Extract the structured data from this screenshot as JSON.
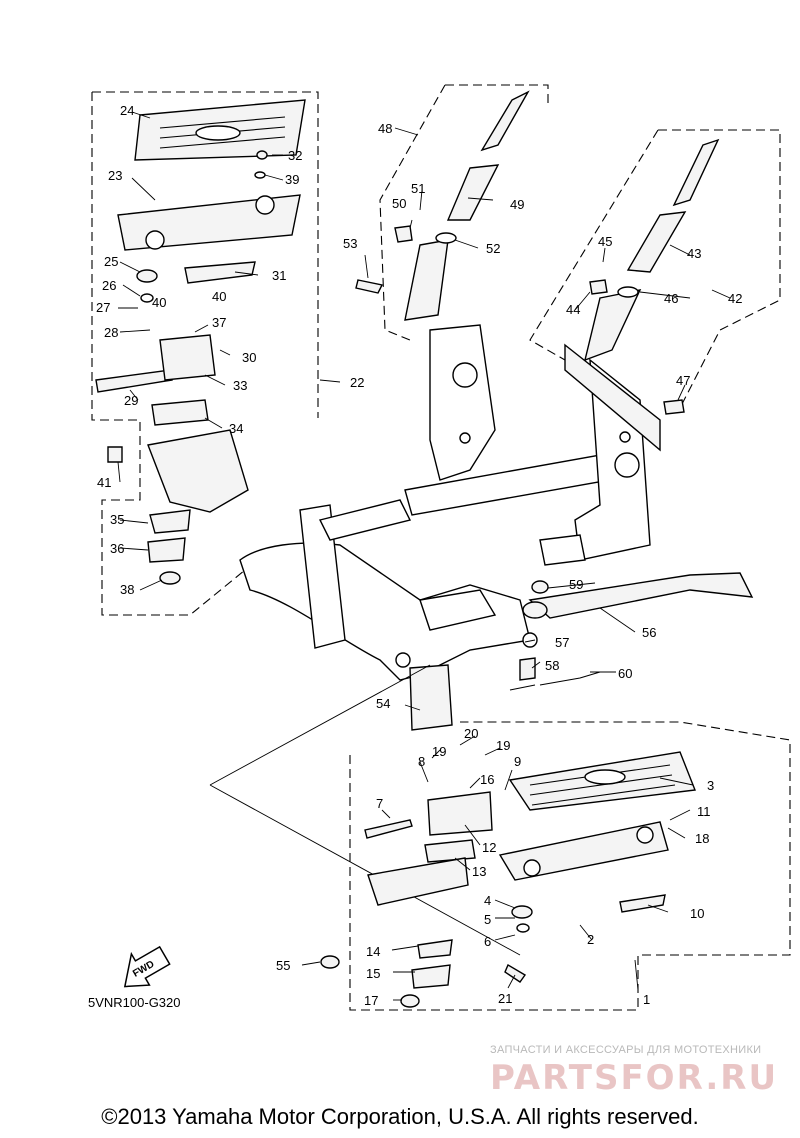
{
  "diagram": {
    "code": "5VNR100-G320",
    "fwd_arrow": "FWD",
    "copyright": "©2013 Yamaha Motor Corporation, U.S.A. All rights reserved.",
    "watermark": {
      "line1": "ЗАПЧАСТИ И АКСЕССУАРЫ ДЛЯ МОТОТЕХНИКИ",
      "brand": "PARTSFOR.RU"
    },
    "callouts": [
      {
        "id": "c1",
        "text": "1"
      },
      {
        "id": "c2",
        "text": "2"
      },
      {
        "id": "c3",
        "text": "3"
      },
      {
        "id": "c4",
        "text": "4"
      },
      {
        "id": "c5",
        "text": "5"
      },
      {
        "id": "c6",
        "text": "6"
      },
      {
        "id": "c7",
        "text": "7"
      },
      {
        "id": "c8",
        "text": "8"
      },
      {
        "id": "c9",
        "text": "9"
      },
      {
        "id": "c10",
        "text": "10"
      },
      {
        "id": "c11",
        "text": "11"
      },
      {
        "id": "c12",
        "text": "12"
      },
      {
        "id": "c13",
        "text": "13"
      },
      {
        "id": "c14",
        "text": "14"
      },
      {
        "id": "c15",
        "text": "15"
      },
      {
        "id": "c16",
        "text": "16"
      },
      {
        "id": "c17",
        "text": "17"
      },
      {
        "id": "c18",
        "text": "18"
      },
      {
        "id": "c19a",
        "text": "19"
      },
      {
        "id": "c19b",
        "text": "19"
      },
      {
        "id": "c20",
        "text": "20"
      },
      {
        "id": "c21",
        "text": "21"
      },
      {
        "id": "c22",
        "text": "22"
      },
      {
        "id": "c23",
        "text": "23"
      },
      {
        "id": "c24",
        "text": "24"
      },
      {
        "id": "c25",
        "text": "25"
      },
      {
        "id": "c26",
        "text": "26"
      },
      {
        "id": "c27",
        "text": "27"
      },
      {
        "id": "c28",
        "text": "28"
      },
      {
        "id": "c29",
        "text": "29"
      },
      {
        "id": "c30",
        "text": "30"
      },
      {
        "id": "c31",
        "text": "31"
      },
      {
        "id": "c32",
        "text": "32"
      },
      {
        "id": "c33",
        "text": "33"
      },
      {
        "id": "c34",
        "text": "34"
      },
      {
        "id": "c35",
        "text": "35"
      },
      {
        "id": "c36",
        "text": "36"
      },
      {
        "id": "c37",
        "text": "37"
      },
      {
        "id": "c38",
        "text": "38"
      },
      {
        "id": "c39",
        "text": "39"
      },
      {
        "id": "c40a",
        "text": "40"
      },
      {
        "id": "c40b",
        "text": "40"
      },
      {
        "id": "c41",
        "text": "41"
      },
      {
        "id": "c42",
        "text": "42"
      },
      {
        "id": "c43",
        "text": "43"
      },
      {
        "id": "c44",
        "text": "44"
      },
      {
        "id": "c45",
        "text": "45"
      },
      {
        "id": "c46",
        "text": "46"
      },
      {
        "id": "c47",
        "text": "47"
      },
      {
        "id": "c48",
        "text": "48"
      },
      {
        "id": "c49",
        "text": "49"
      },
      {
        "id": "c50",
        "text": "50"
      },
      {
        "id": "c51",
        "text": "51"
      },
      {
        "id": "c52",
        "text": "52"
      },
      {
        "id": "c53",
        "text": "53"
      },
      {
        "id": "c54",
        "text": "54"
      },
      {
        "id": "c55",
        "text": "55"
      },
      {
        "id": "c56",
        "text": "56"
      },
      {
        "id": "c57",
        "text": "57"
      },
      {
        "id": "c58",
        "text": "58"
      },
      {
        "id": "c59",
        "text": "59"
      },
      {
        "id": "c60",
        "text": "60"
      }
    ]
  }
}
